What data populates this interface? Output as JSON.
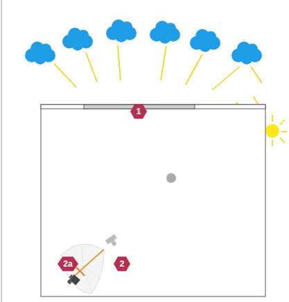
{
  "diagram": {
    "labels": [
      "1",
      "2",
      "2a"
    ]
  }
}
